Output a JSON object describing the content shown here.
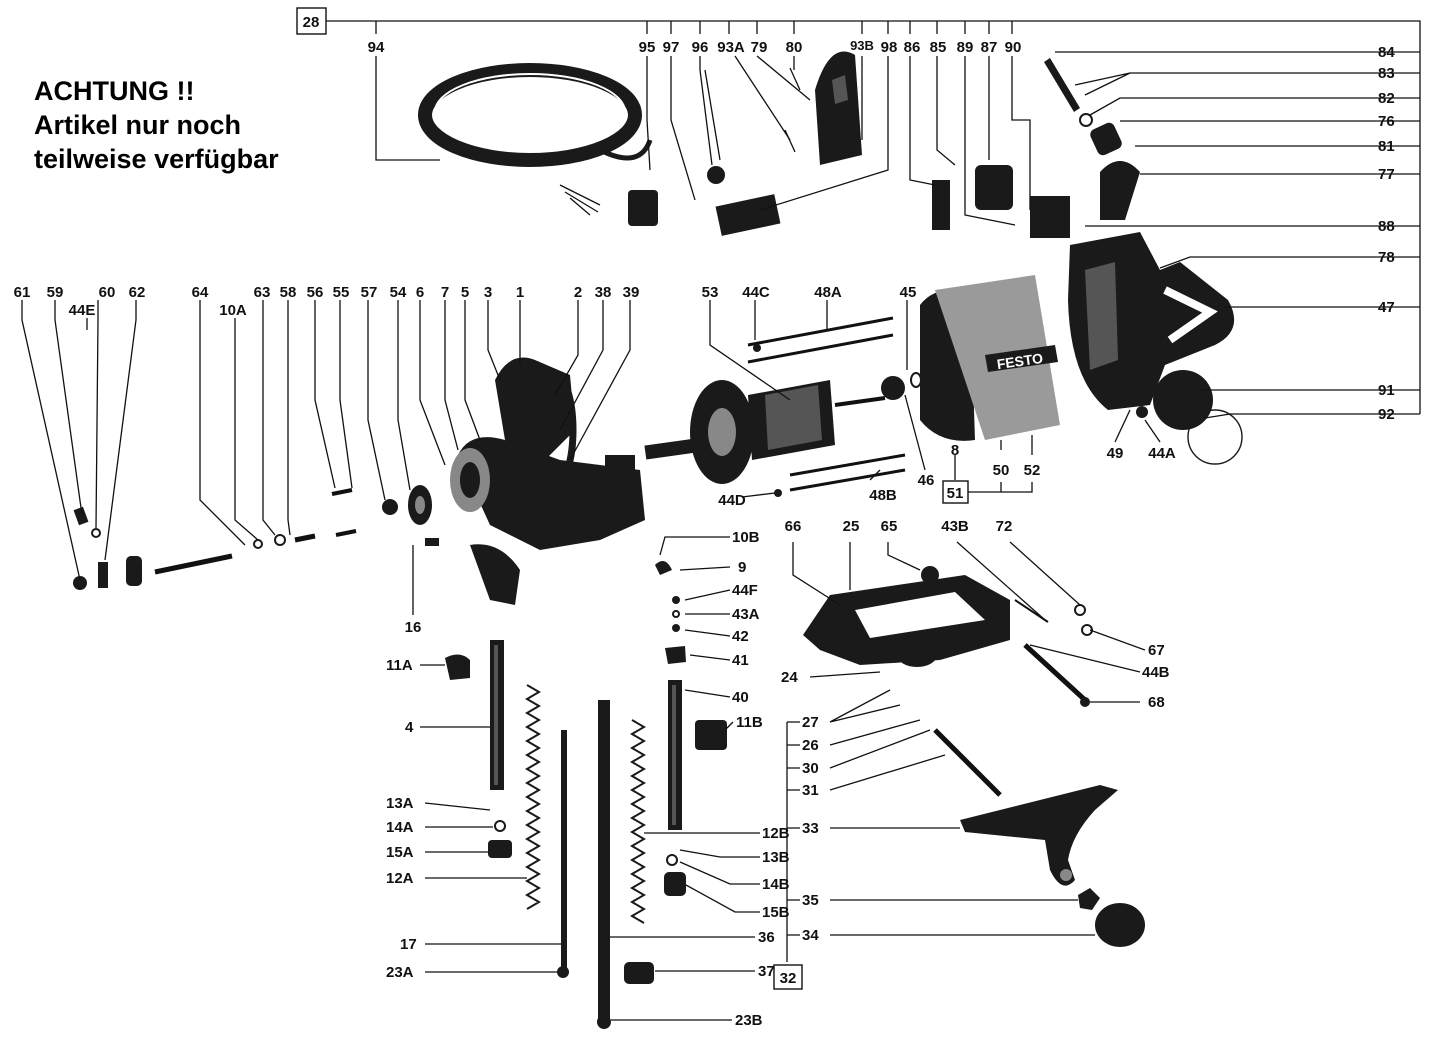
{
  "notice": {
    "line1": "ACHTUNG !!",
    "line2": "Artikel nur noch",
    "line3": "teilweise verfügbar"
  },
  "boxed_labels": {
    "b28": "28",
    "b51": "51",
    "b32": "32"
  },
  "brand_text": "FESTO",
  "labels": [
    {
      "id": "l94",
      "text": "94"
    },
    {
      "id": "l95",
      "text": "95"
    },
    {
      "id": "l97",
      "text": "97"
    },
    {
      "id": "l96",
      "text": "96"
    },
    {
      "id": "l93a",
      "text": "93A"
    },
    {
      "id": "l79",
      "text": "79"
    },
    {
      "id": "l80",
      "text": "80"
    },
    {
      "id": "l93b",
      "text": "93B"
    },
    {
      "id": "l98",
      "text": "98"
    },
    {
      "id": "l86",
      "text": "86"
    },
    {
      "id": "l85",
      "text": "85"
    },
    {
      "id": "l89",
      "text": "89"
    },
    {
      "id": "l87",
      "text": "87"
    },
    {
      "id": "l90",
      "text": "90"
    },
    {
      "id": "l84",
      "text": "84"
    },
    {
      "id": "l83",
      "text": "83"
    },
    {
      "id": "l82",
      "text": "82"
    },
    {
      "id": "l76",
      "text": "76"
    },
    {
      "id": "l81",
      "text": "81"
    },
    {
      "id": "l77",
      "text": "77"
    },
    {
      "id": "l88",
      "text": "88"
    },
    {
      "id": "l78",
      "text": "78"
    },
    {
      "id": "l47",
      "text": "47"
    },
    {
      "id": "l91",
      "text": "91"
    },
    {
      "id": "l92",
      "text": "92"
    },
    {
      "id": "l61",
      "text": "61"
    },
    {
      "id": "l59",
      "text": "59"
    },
    {
      "id": "l60",
      "text": "60"
    },
    {
      "id": "l62",
      "text": "62"
    },
    {
      "id": "l44e",
      "text": "44E"
    },
    {
      "id": "l64",
      "text": "64"
    },
    {
      "id": "l10a",
      "text": "10A"
    },
    {
      "id": "l63",
      "text": "63"
    },
    {
      "id": "l58",
      "text": "58"
    },
    {
      "id": "l56",
      "text": "56"
    },
    {
      "id": "l55",
      "text": "55"
    },
    {
      "id": "l57",
      "text": "57"
    },
    {
      "id": "l54",
      "text": "54"
    },
    {
      "id": "l6",
      "text": "6"
    },
    {
      "id": "l7",
      "text": "7"
    },
    {
      "id": "l5",
      "text": "5"
    },
    {
      "id": "l3",
      "text": "3"
    },
    {
      "id": "l1",
      "text": "1"
    },
    {
      "id": "l2",
      "text": "2"
    },
    {
      "id": "l38",
      "text": "38"
    },
    {
      "id": "l39",
      "text": "39"
    },
    {
      "id": "l53",
      "text": "53"
    },
    {
      "id": "l44c",
      "text": "44C"
    },
    {
      "id": "l48a",
      "text": "48A"
    },
    {
      "id": "l45",
      "text": "45"
    },
    {
      "id": "l8",
      "text": "8"
    },
    {
      "id": "l50",
      "text": "50"
    },
    {
      "id": "l52",
      "text": "52"
    },
    {
      "id": "l49",
      "text": "49"
    },
    {
      "id": "l44a",
      "text": "44A"
    },
    {
      "id": "l46",
      "text": "46"
    },
    {
      "id": "l48b",
      "text": "48B"
    },
    {
      "id": "l44d",
      "text": "44D"
    },
    {
      "id": "l16",
      "text": "16"
    },
    {
      "id": "l10b",
      "text": "10B"
    },
    {
      "id": "l9",
      "text": "9"
    },
    {
      "id": "l44f",
      "text": "44F"
    },
    {
      "id": "l43a",
      "text": "43A"
    },
    {
      "id": "l42",
      "text": "42"
    },
    {
      "id": "l41",
      "text": "41"
    },
    {
      "id": "l40",
      "text": "40"
    },
    {
      "id": "l11b",
      "text": "11B"
    },
    {
      "id": "l66",
      "text": "66"
    },
    {
      "id": "l25",
      "text": "25"
    },
    {
      "id": "l65",
      "text": "65"
    },
    {
      "id": "l43b",
      "text": "43B"
    },
    {
      "id": "l72",
      "text": "72"
    },
    {
      "id": "l67",
      "text": "67"
    },
    {
      "id": "l44b",
      "text": "44B"
    },
    {
      "id": "l68",
      "text": "68"
    },
    {
      "id": "l24",
      "text": "24"
    },
    {
      "id": "l27",
      "text": "27"
    },
    {
      "id": "l26",
      "text": "26"
    },
    {
      "id": "l30",
      "text": "30"
    },
    {
      "id": "l31",
      "text": "31"
    },
    {
      "id": "l33",
      "text": "33"
    },
    {
      "id": "l35",
      "text": "35"
    },
    {
      "id": "l34",
      "text": "34"
    },
    {
      "id": "l11a",
      "text": "11A"
    },
    {
      "id": "l4",
      "text": "4"
    },
    {
      "id": "l13a",
      "text": "13A"
    },
    {
      "id": "l14a",
      "text": "14A"
    },
    {
      "id": "l15a",
      "text": "15A"
    },
    {
      "id": "l12a",
      "text": "12A"
    },
    {
      "id": "l17",
      "text": "17"
    },
    {
      "id": "l23a",
      "text": "23A"
    },
    {
      "id": "l12b",
      "text": "12B"
    },
    {
      "id": "l13b",
      "text": "13B"
    },
    {
      "id": "l14b",
      "text": "14B"
    },
    {
      "id": "l15b",
      "text": "15B"
    },
    {
      "id": "l36",
      "text": "36"
    },
    {
      "id": "l37",
      "text": "37"
    },
    {
      "id": "l23b",
      "text": "23B"
    }
  ]
}
